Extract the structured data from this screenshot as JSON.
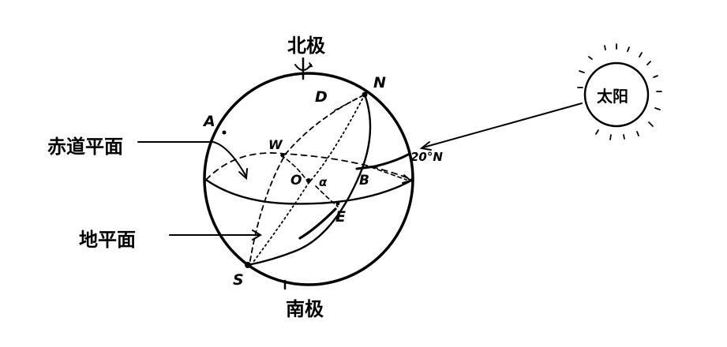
{
  "diagram": {
    "type": "celestial-sphere",
    "labels": {
      "north_pole": "北极",
      "south_pole": "南极",
      "sun": "太阳",
      "equatorial_plane": "赤道平面",
      "horizon_plane": "地平面",
      "latitude": "20°N",
      "angle": "α"
    },
    "points": {
      "A": "A",
      "D": "D",
      "N": "N",
      "W": "W",
      "O": "O",
      "B": "B",
      "E": "E",
      "S": "S"
    },
    "colors": {
      "ink": "#000000",
      "background": "#ffffff"
    }
  }
}
